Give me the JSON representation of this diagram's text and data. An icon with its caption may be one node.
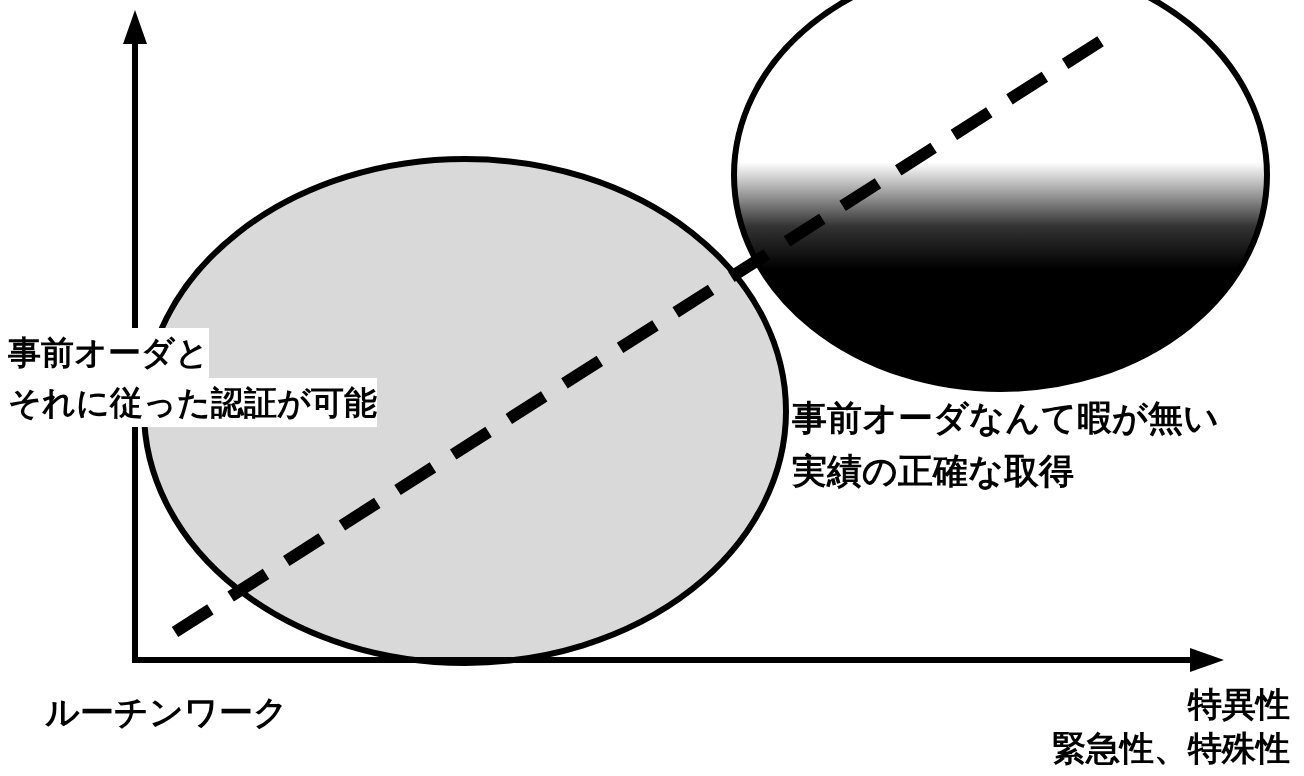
{
  "diagram": {
    "nodes": [
      {
        "text": [
          "事前オーダと",
          "それに従った認証が可能"
        ]
      },
      {
        "text": [],
        "shape": "circle",
        "beside": [
          "事前オーダなんて暇が無い",
          "実績の正確な取得"
        ]
      }
    ],
    "labels": [
      "ルーチンワーク",
      "特異性",
      "緊急性、特殊性"
    ]
  }
}
